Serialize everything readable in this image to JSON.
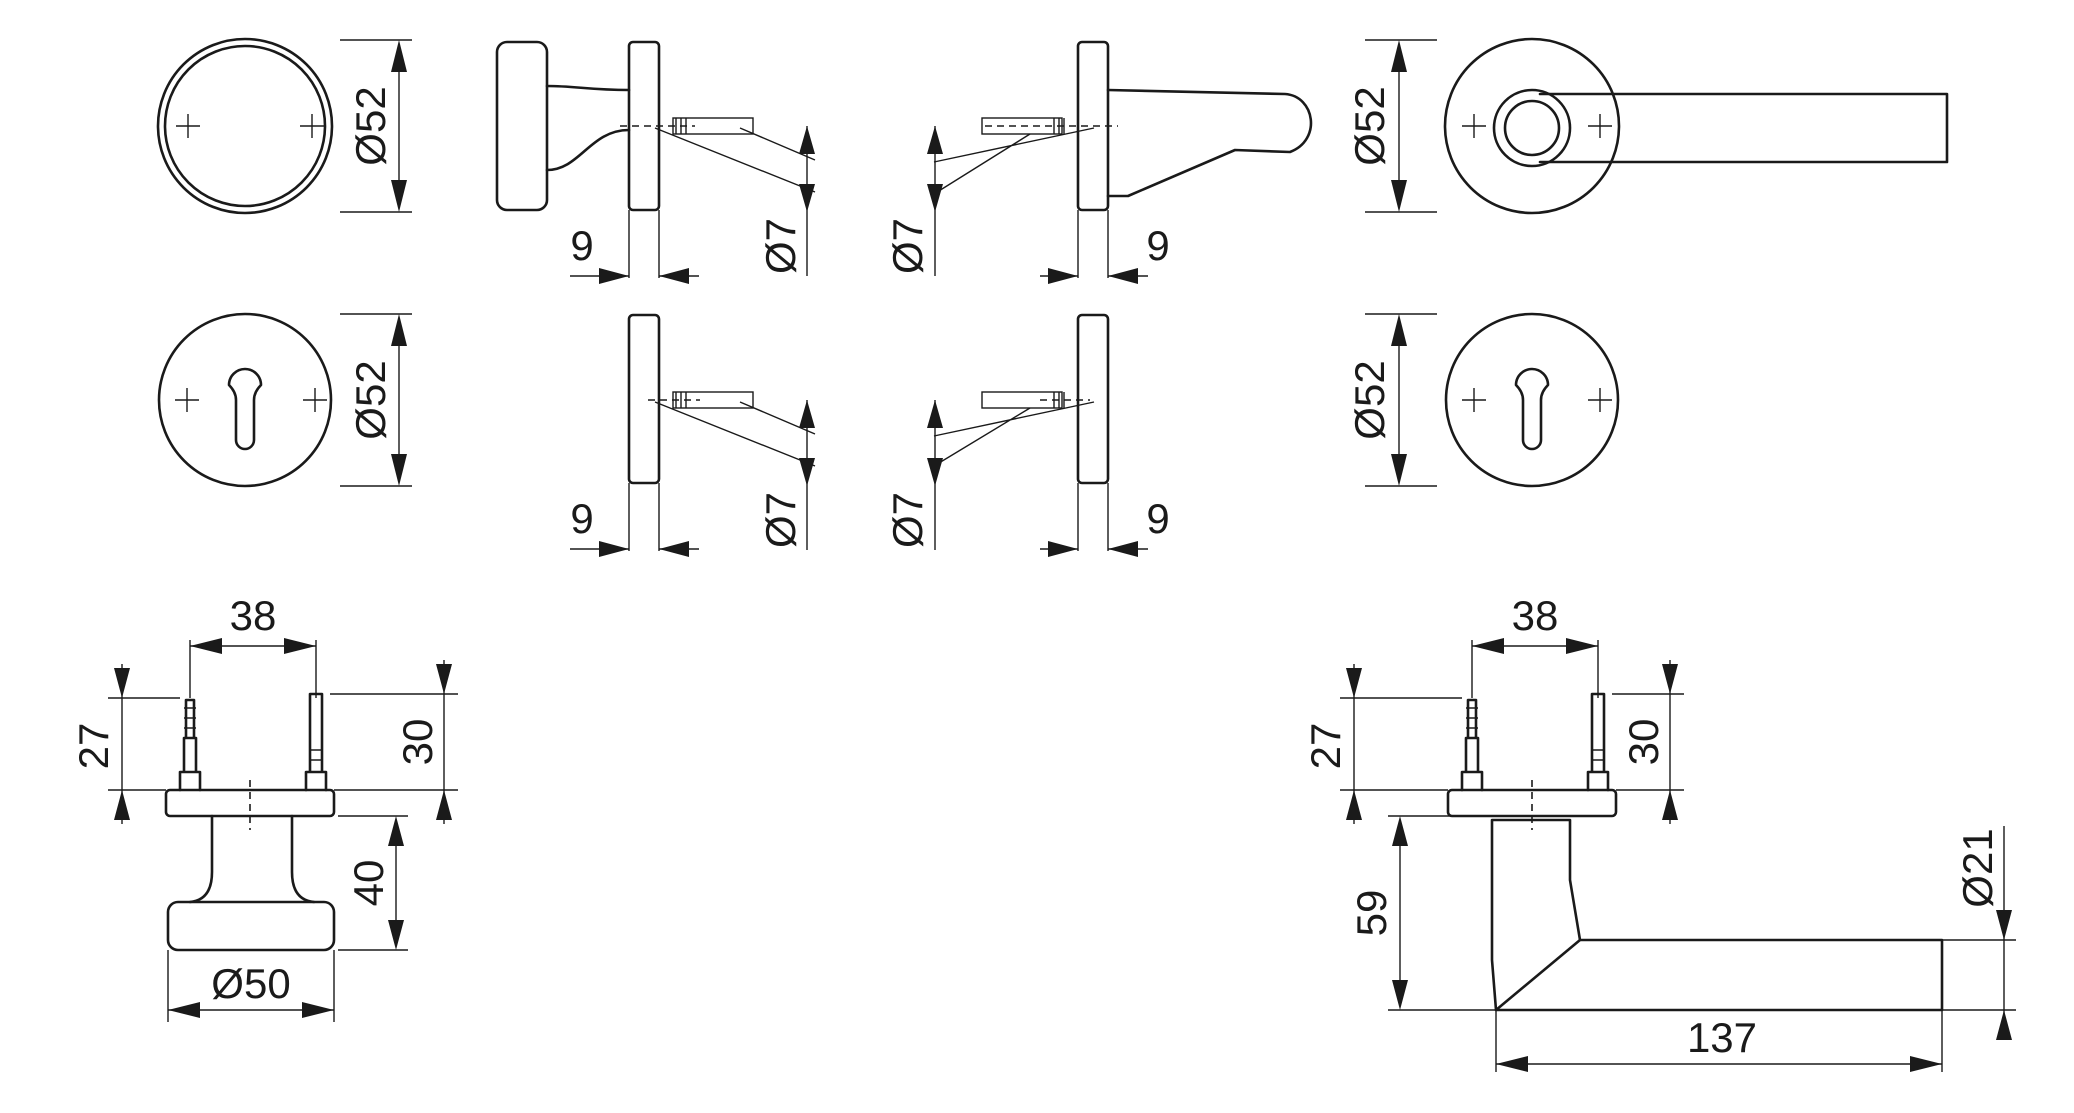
{
  "colors": {
    "ink": "#1a1a1a",
    "background": "#ffffff"
  },
  "dimensions": {
    "rose_diameter": "Ø52",
    "spindle_diameter": "Ø7",
    "rose_thickness": "9",
    "fixing_spacing": "38",
    "screw_length_left": "27",
    "screw_length_right": "30",
    "knob_projection": "40",
    "knob_diameter": "Ø50",
    "lever_projection": "59",
    "lever_length": "137",
    "lever_grip_diameter": "Ø21"
  }
}
